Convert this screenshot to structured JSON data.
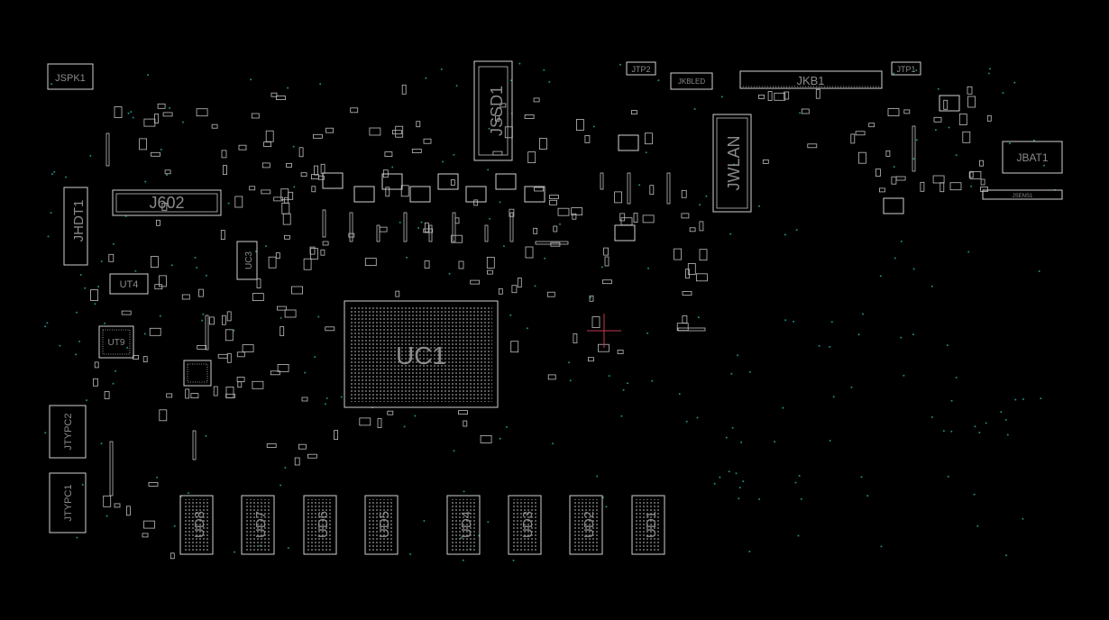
{
  "viewer": {
    "background": "#000000",
    "outline_color": "#cfcfcf",
    "label_color": "#8a8a8a",
    "via_color": "#1f8a8a",
    "cursor_color": "#c0394f"
  },
  "components": {
    "jspk1": "JSPK1",
    "jssd1": "JSSD1",
    "jtp2": "JTP2",
    "jkbled": "JKBLED",
    "jkb1": "JKB1",
    "jtp1": "JTP1",
    "j602": "J602",
    "jhdt1": "JHDT1",
    "uc3": "UC3",
    "ut4": "UT4",
    "ut9": "UT9",
    "uc1": "UC1",
    "jwlan": "JWLAN",
    "jbat1": "JBAT1",
    "jsens1": "JSENS1",
    "jtypc2": "JTYPC2",
    "jtypc1": "JTYPC1",
    "ud8": "UD8",
    "ud7": "UD7",
    "ud6": "UD6",
    "ud5": "UD5",
    "ud4": "UD4",
    "ud3": "UD3",
    "ud2": "UD2",
    "ud1": "UD1"
  }
}
